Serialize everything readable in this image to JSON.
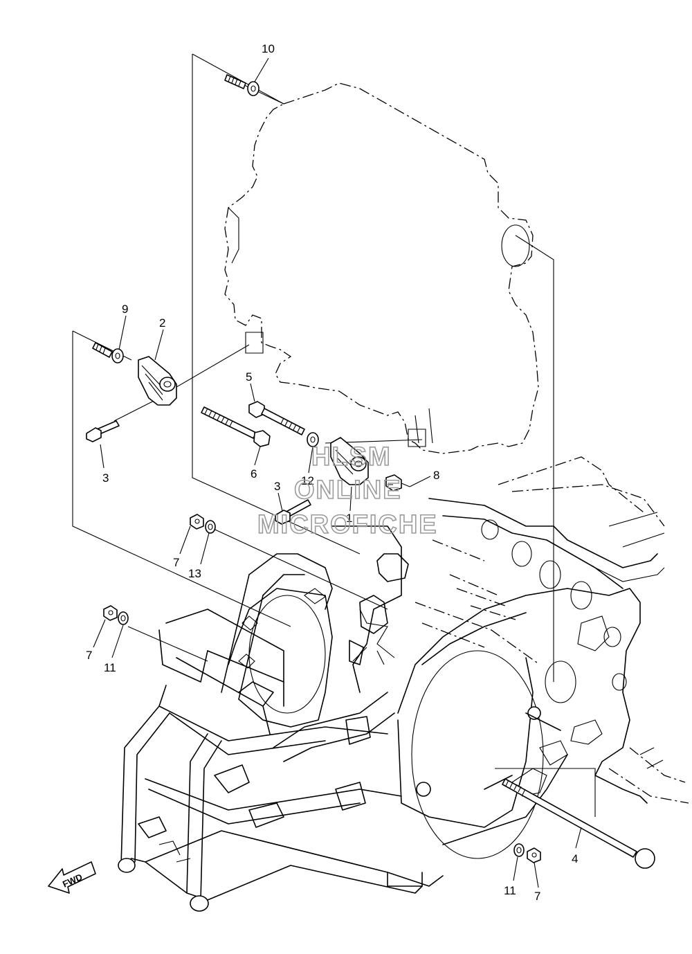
{
  "callouts": {
    "c10": "10",
    "c9": "9",
    "c2": "2",
    "c3a": "3",
    "c5": "5",
    "c6": "6",
    "c12": "12",
    "c8": "8",
    "c3b": "3",
    "c1": "1",
    "c7a": "7",
    "c13": "13",
    "c7b": "7",
    "c11a": "11",
    "c4": "4",
    "c11b": "11",
    "c7c": "7"
  },
  "watermark": {
    "line1": "HLSM",
    "line2": "ONLINE",
    "line3": "MICROFICHE"
  },
  "fwd_label": "FWD"
}
